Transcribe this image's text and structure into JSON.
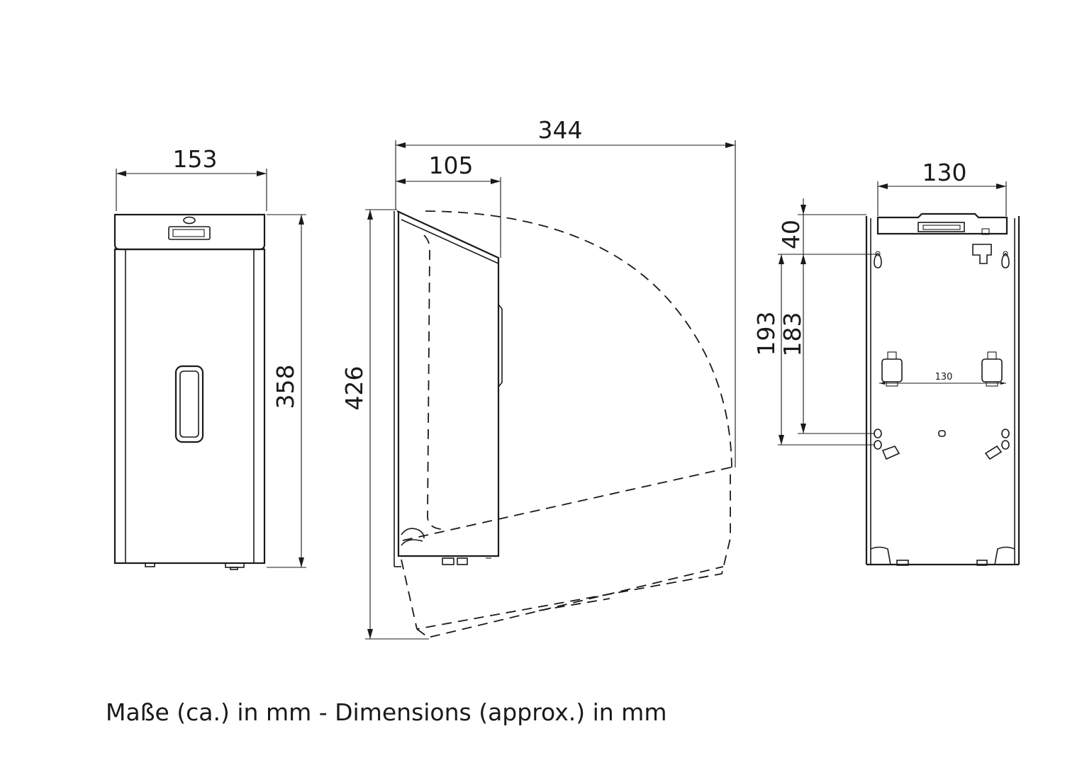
{
  "front_view": {
    "width": "153",
    "height": "358"
  },
  "side_view": {
    "depth": "105",
    "depth_open": "344",
    "height_open": "426"
  },
  "back_view": {
    "width": "130",
    "top_offset": "40",
    "mount_outer": "193",
    "mount_inner": "183",
    "hook_spacing": "130"
  },
  "caption": "Maße (ca.) in mm - Dimensions (approx.) in mm"
}
